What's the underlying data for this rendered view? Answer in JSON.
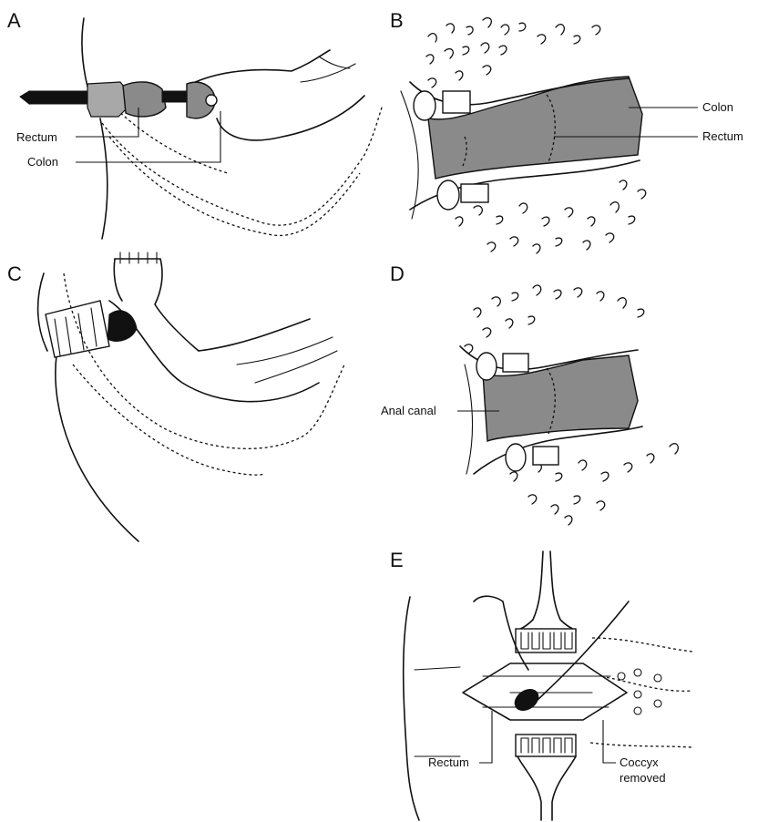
{
  "panels": {
    "a": {
      "letter": "A",
      "labels": {
        "rectum": "Rectum",
        "colon": "Colon"
      }
    },
    "b": {
      "letter": "B",
      "labels": {
        "colon": "Colon",
        "rectum": "Rectum"
      }
    },
    "c": {
      "letter": "C"
    },
    "d": {
      "letter": "D",
      "labels": {
        "anal_canal": "Anal canal"
      }
    },
    "e": {
      "letter": "E",
      "labels": {
        "rectum": "Rectum",
        "coccyx_line1": "Coccyx",
        "coccyx_line2": "removed"
      }
    }
  },
  "colors": {
    "ink": "#111111",
    "bowel_fill": "#8a8a8a",
    "background": "#ffffff"
  }
}
